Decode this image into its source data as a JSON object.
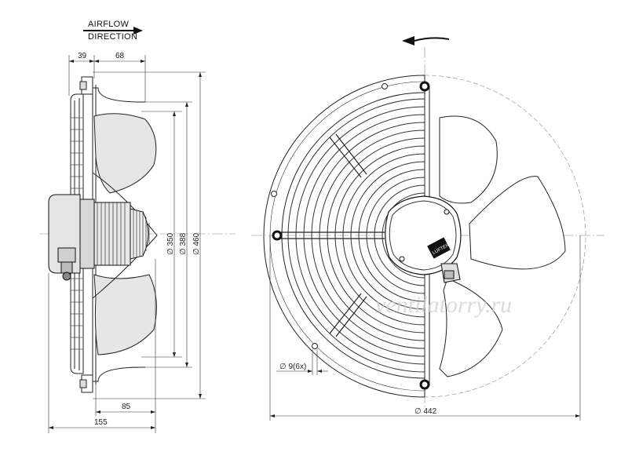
{
  "airflow": {
    "line1": "AIRFLOW",
    "line2": "DIRECTION"
  },
  "side_view": {
    "dims": {
      "d39": "39",
      "d68": "68",
      "d85": "85",
      "d155": "155",
      "d350": "∅ 350",
      "d388": "∅ 388",
      "d460": "∅ 460"
    }
  },
  "front_view": {
    "dims": {
      "d442": "∅ 442",
      "holes": "∅ 9(6x)"
    },
    "rotation": "counter-clockwise arrow",
    "logo_text": "LUFTER"
  },
  "watermark": "ventilatorry.ru",
  "colors": {
    "line": "#222222",
    "fill": "#e6e6e6",
    "dark": "#111111"
  }
}
